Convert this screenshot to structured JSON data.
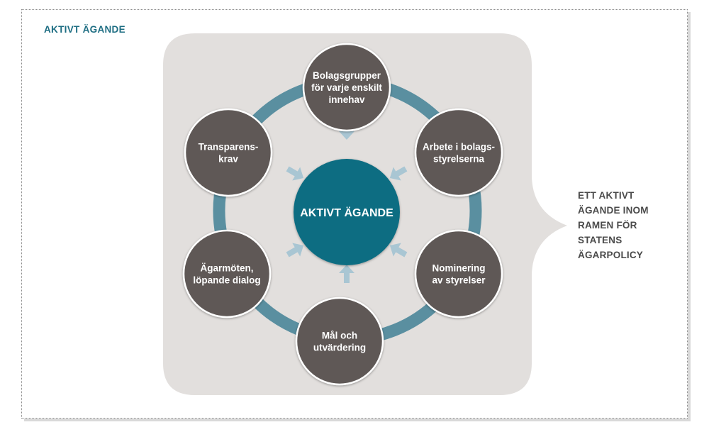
{
  "title": "AKTIVT ÄGANDE",
  "center": {
    "label": "AKTIVT ÄGANDE"
  },
  "nodes": [
    {
      "id": "bolagsgrupper",
      "lines": [
        "Bolagsgrupper",
        "för varje enskilt",
        "innehav"
      ]
    },
    {
      "id": "arbete",
      "lines": [
        "Arbete i bolags-",
        "styrelserna"
      ]
    },
    {
      "id": "nominering",
      "lines": [
        "Nominering",
        "av styrelser"
      ]
    },
    {
      "id": "mal",
      "lines": [
        "Mål och",
        "utvärdering"
      ]
    },
    {
      "id": "agarmoten",
      "lines": [
        "Ägarmöten,",
        "löpande dialog"
      ]
    },
    {
      "id": "transparens",
      "lines": [
        "Transparens-",
        "krav"
      ]
    }
  ],
  "side_label": [
    "ETT AKTIVT",
    "ÄGANDE INOM",
    "RAMEN FÖR",
    "STATENS",
    "ÄGARPOLICY"
  ],
  "colors": {
    "node_fill": "#5f5956",
    "center_fill": "#106d82",
    "ring": "#5a8fa0",
    "arrow": "#a9c6d3",
    "panel": "#e2dfdd",
    "heading": "#1d6d82"
  }
}
